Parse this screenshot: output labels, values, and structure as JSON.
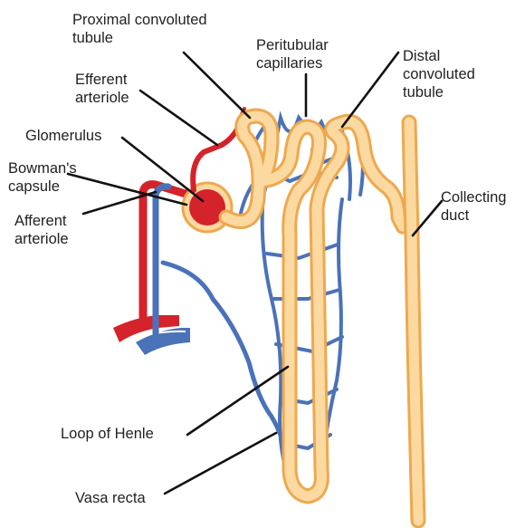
{
  "labels": {
    "proximal_tubule": [
      "Proximal convoluted",
      "tubule"
    ],
    "peritubular": [
      "Peritubular",
      "capillaries"
    ],
    "distal_tubule": [
      "Distal",
      "convoluted",
      "tubule"
    ],
    "efferent": [
      "Efferent",
      "arteriole"
    ],
    "glomerulus": [
      "Glomerulus"
    ],
    "bowmans": [
      "Bowman's",
      "capsule"
    ],
    "afferent": [
      "Afferent",
      "arteriole"
    ],
    "collecting_duct": [
      "Collecting",
      "duct"
    ],
    "loop_of_henle": [
      "Loop of Henle"
    ],
    "vasa_recta": [
      "Vasa recta"
    ]
  },
  "colors": {
    "artery_red": "#d4232a",
    "vein_blue": "#4a72b8",
    "tubule_fill": "#fbd9a0",
    "tubule_edge": "#eea84e",
    "text": "#222222"
  }
}
